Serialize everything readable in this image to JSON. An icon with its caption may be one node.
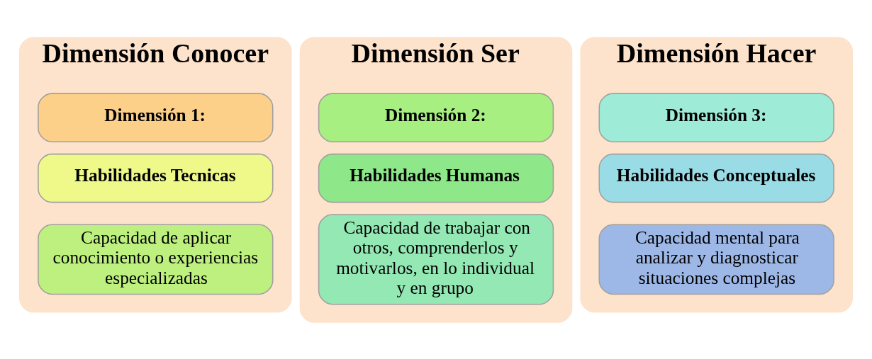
{
  "diagram": {
    "nodes": [
      {
        "text": [
          "Dimensión Conocer"
        ]
      },
      {
        "text": [
          "Dimensión 1:"
        ],
        "in": 0
      },
      {
        "text": [
          "Habilidades Tecnicas"
        ],
        "in": 0
      },
      {
        "text": [
          "Capacidad de aplicar conocimiento o experiencias especializadas"
        ],
        "in": 0
      },
      {
        "text": [
          "Dimensión Ser"
        ]
      },
      {
        "text": [
          "Dimensión 2:"
        ],
        "in": 4
      },
      {
        "text": [
          "Habilidades Humanas"
        ],
        "in": 4
      },
      {
        "text": [
          "Capacidad de trabajar con otros, comprenderlos y motivarlos, en lo individual y en grupo"
        ],
        "in": 4
      },
      {
        "text": [
          "Dimensión Hacer"
        ]
      },
      {
        "text": [
          "Dimensión 3:"
        ],
        "in": 8
      },
      {
        "text": [
          "Habilidades Conceptuales"
        ],
        "in": 8
      },
      {
        "text": [
          "Capacidad mental para analizar y diagnosticar situaciones complejas"
        ],
        "in": 8
      }
    ],
    "edges": []
  }
}
